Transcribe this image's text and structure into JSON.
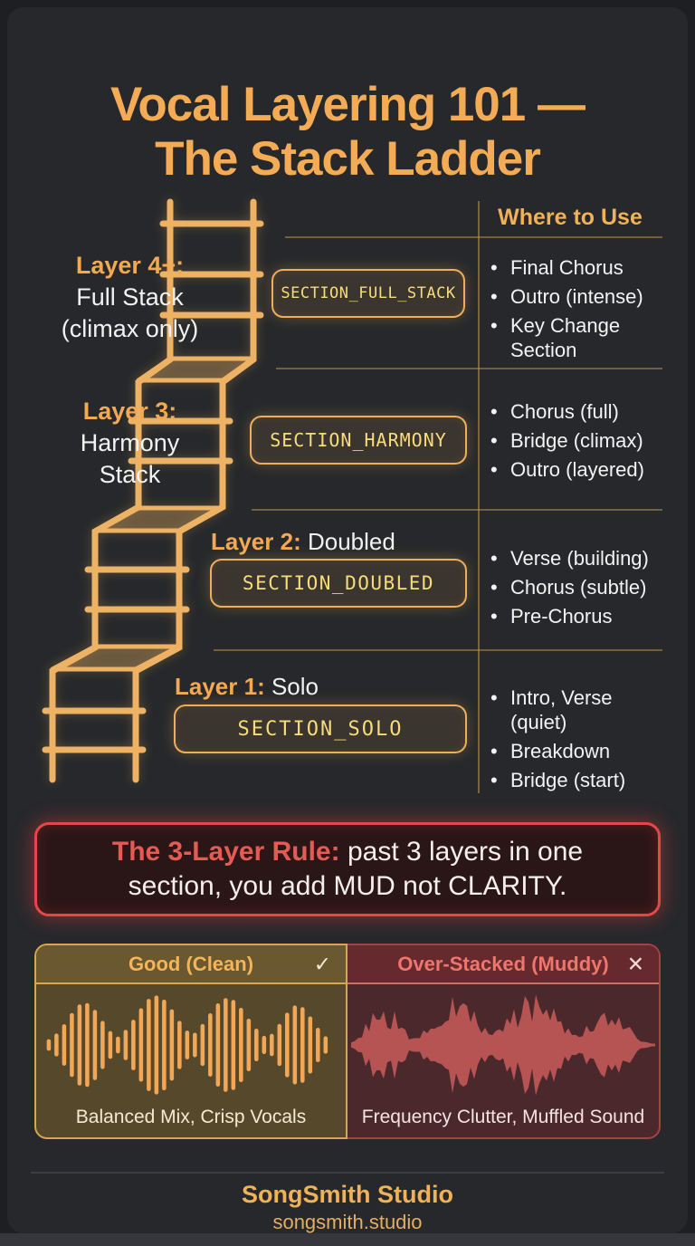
{
  "title": {
    "line1": "Vocal Layering 101 —",
    "line2": "The Stack Ladder"
  },
  "diagram": {
    "column_header": "Where to Use",
    "layers": [
      {
        "label": "Layer 4+:",
        "sublabel_lines": [
          "Full Stack",
          "(climax only)"
        ],
        "badge": "SECTION_FULL_STACK",
        "uses": [
          "Final Chorus",
          "Outro (intense)",
          "Key Change Section"
        ]
      },
      {
        "label": "Layer 3:",
        "sublabel_lines": [
          "Harmony",
          "Stack"
        ],
        "badge": "SECTION_HARMONY",
        "uses": [
          "Chorus (full)",
          "Bridge (climax)",
          "Outro (layered)"
        ]
      },
      {
        "label": "Layer 2:",
        "sublabel_inline": "Doubled",
        "badge": "SECTION_DOUBLED",
        "uses": [
          "Verse (building)",
          "Chorus (subtle)",
          "Pre-Chorus"
        ]
      },
      {
        "label": "Layer 1:",
        "sublabel_inline": "Solo",
        "badge": "SECTION_SOLO",
        "uses": [
          "Intro, Verse (quiet)",
          "Breakdown",
          "Bridge (start)"
        ]
      }
    ]
  },
  "rule_box": {
    "highlight": "The 3-Layer Rule:",
    "rest": " past 3 layers in one section, you add MUD not CLARITY."
  },
  "comparison": {
    "good": {
      "title": "Good (Clean)",
      "icon": "✓",
      "caption": "Balanced Mix, Crisp Vocals"
    },
    "bad": {
      "title": "Over-Stacked (Muddy)",
      "icon": "✕",
      "caption": "Frequency Clutter, Muffled Sound"
    }
  },
  "footer": {
    "brand": "SongSmith Studio",
    "website": "songsmith.studio"
  },
  "colors": {
    "background": "#26282b",
    "accent_orange": "#f3ac55",
    "badge_text": "#f8dc79",
    "danger_red": "#e34848",
    "clean_wave": "#f1a756",
    "muddy_wave": "#b65353",
    "good_header_bg": "#6a5830",
    "bad_header_bg": "#66292d"
  }
}
